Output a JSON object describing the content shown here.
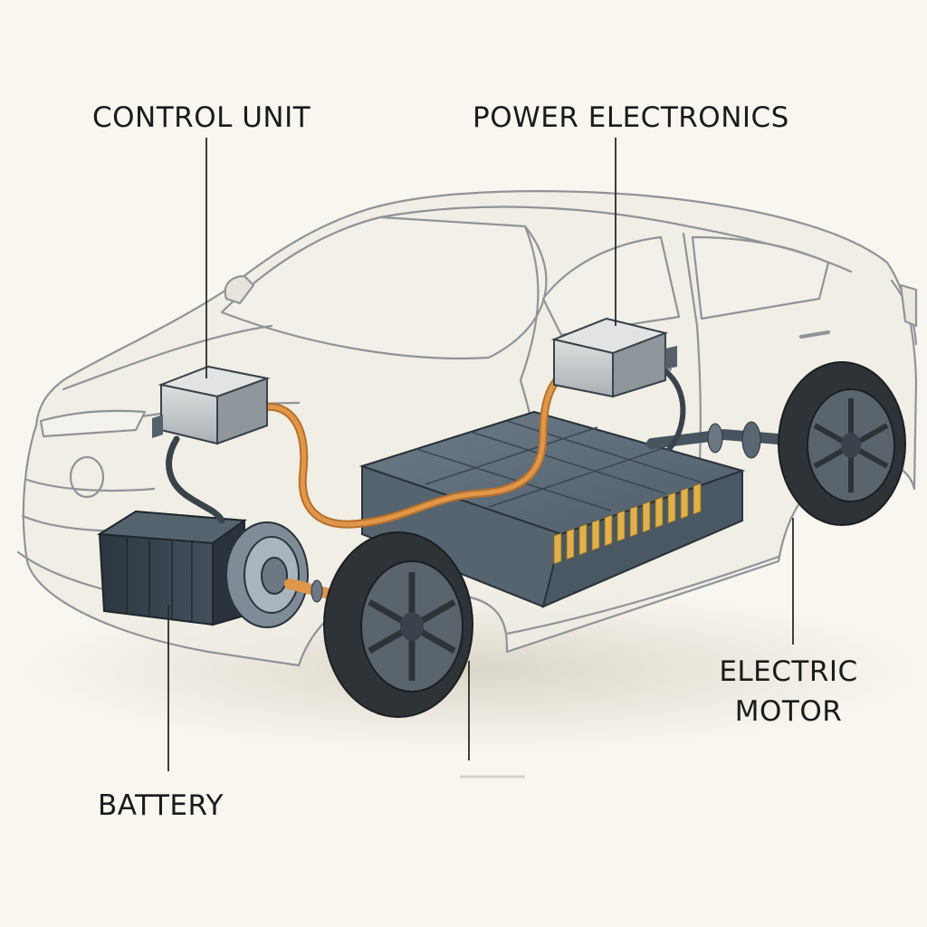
{
  "labels": {
    "control_unit": "CONTROL UNIT",
    "power_electronics": "POWER ELECTRONICS",
    "electric_motor_line1": "ELECTRIC",
    "electric_motor_line2": "MOTOR",
    "battery": "BATTERY"
  },
  "colors": {
    "background": "#f9f6ef",
    "car_body": "#efece3",
    "car_outline": "#8f9499",
    "component_dark": "#3f4a55",
    "component_mid": "#5f6e7b",
    "component_light": "#b9c1c6",
    "cable": "#e0974a",
    "cell_stripes": "#e0b04a",
    "tire": "#2e3338",
    "leader_line": "#2a2a2a",
    "label_text": "#1b1b1b"
  },
  "icons": [
    "car-illustration",
    "battery-module",
    "control-unit-box",
    "power-electronics-box",
    "battery-pack",
    "electric-motor",
    "wheel"
  ]
}
